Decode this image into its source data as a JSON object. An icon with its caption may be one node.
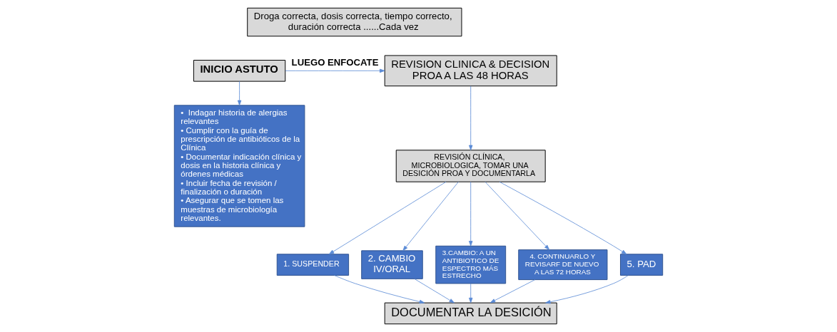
{
  "diagram": {
    "nodes": [
      {
        "text": [
          "Droga correcta, dosis correcta, tiempo correcto, duración correcta ......Cada vez"
        ]
      },
      {
        "text": [
          "INICIO ASTUTO"
        ]
      },
      {
        "text": [
          "REVISION CLINICA & DECISION PROA A LAS 48 HORAS"
        ]
      },
      {
        "text": [
          "•  Indagar historia de alergias relevantes",
          "• Cumplir con la guía de prescripción de antibióticos de la Clínica",
          "• Documentar indicación clínica y dosis en la historia clínica y órdenes médicas",
          "• Incluir fecha de revisión / finalización o duración",
          "• Asegurar que se tomen las muestras de microbiología relevantes."
        ]
      },
      {
        "text": [
          "REVISIÓN CLÍNICA, MICROBIOLOGICA, TOMAR UNA DESICIÓN PROA Y DOCUMENTARLA"
        ]
      },
      {
        "text": [
          "1. SUSPENDER"
        ]
      },
      {
        "text": [
          "2. CAMBIO IV/ORAL"
        ]
      },
      {
        "text": [
          "3.CAMBIO: A UN ANTIBIOTICO DE ESPECTRO MÁS ESTRECHO"
        ]
      },
      {
        "text": [
          "4. CONTINUARLO Y REVISARF DE NUEVO A LAS 72 HORAS"
        ]
      },
      {
        "text": [
          "5. PAD"
        ]
      },
      {
        "text": [
          "DOCUMENTAR LA DESICIÓN"
        ]
      }
    ],
    "edges": [
      {
        "from": 1,
        "to": 2,
        "arrow": "to",
        "label": "LUEGO ENFOCATE"
      },
      {
        "from": 1,
        "to": 3,
        "arrow": "to"
      },
      {
        "from": 2,
        "to": 4,
        "arrow": "to"
      },
      {
        "from": 4,
        "to": 5,
        "arrow": "to"
      },
      {
        "from": 4,
        "to": 6,
        "arrow": "to"
      },
      {
        "from": 4,
        "to": 7,
        "arrow": "to"
      },
      {
        "from": 4,
        "to": 8,
        "arrow": "to"
      },
      {
        "from": 4,
        "to": 9,
        "arrow": "to"
      },
      {
        "from": 5,
        "to": 10,
        "arrow": "to"
      },
      {
        "from": 6,
        "to": 10,
        "arrow": "to"
      },
      {
        "from": 7,
        "to": 10,
        "arrow": "to"
      },
      {
        "from": 8,
        "to": 10,
        "arrow": "to"
      },
      {
        "from": 9,
        "to": 10,
        "arrow": "to"
      }
    ]
  }
}
